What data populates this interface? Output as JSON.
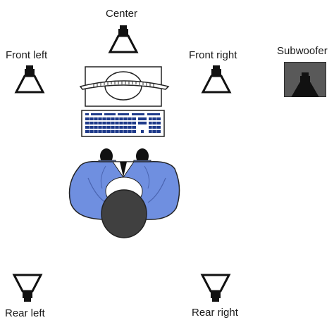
{
  "speakers": {
    "center": {
      "label": "Center"
    },
    "front_left": {
      "label": "Front left"
    },
    "front_right": {
      "label": "Front right"
    },
    "subwoofer": {
      "label": "Subwoofer"
    },
    "rear_left": {
      "label": "Rear left"
    },
    "rear_right": {
      "label": "Rear right"
    }
  },
  "icons": {
    "speaker": "speaker-icon",
    "monitor": "monitor-icon",
    "keyboard": "keyboard-icon",
    "user": "user-top-view-icon"
  },
  "colors": {
    "subwoofer_bg": "#595959",
    "shirt": "#6f8fe0",
    "hair": "#404040",
    "keyboard_keys": "#1e3a8a"
  }
}
